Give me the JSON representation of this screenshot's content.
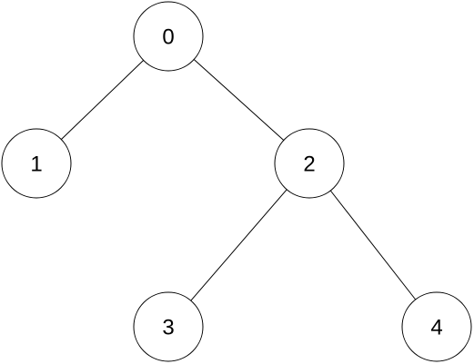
{
  "tree": {
    "nodes": [
      {
        "id": "n0",
        "label": "0"
      },
      {
        "id": "n1",
        "label": "1"
      },
      {
        "id": "n2",
        "label": "2"
      },
      {
        "id": "n3",
        "label": "3"
      },
      {
        "id": "n4",
        "label": "4"
      }
    ],
    "edges": [
      {
        "from": "n0",
        "to": "n1"
      },
      {
        "from": "n0",
        "to": "n2"
      },
      {
        "from": "n2",
        "to": "n3"
      },
      {
        "from": "n2",
        "to": "n4"
      }
    ]
  }
}
